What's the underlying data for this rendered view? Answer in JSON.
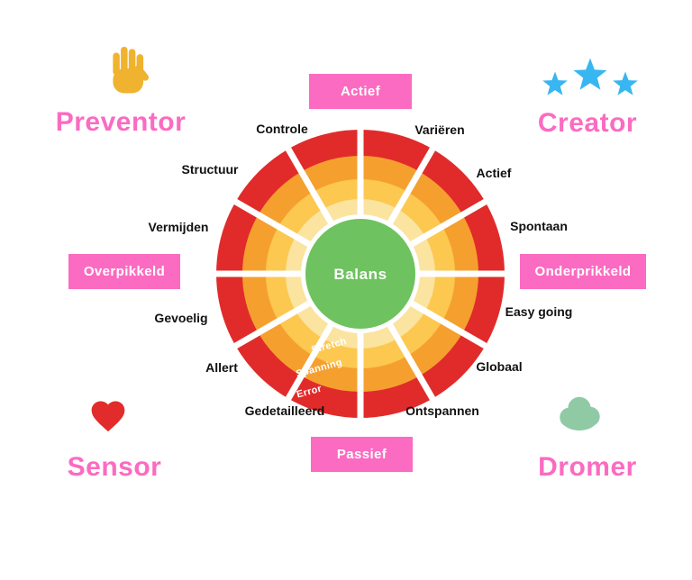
{
  "colors": {
    "pink": "#fb6bc1",
    "red_ring": "#e12b2b",
    "orange_ring": "#f5a02e",
    "yellow_ring": "#fcc850",
    "pale_ring": "#fbe3a0",
    "green_center": "#6ec25f",
    "star_blue": "#38b6f1",
    "hand_yellow": "#f0b32f",
    "heart_red": "#e22b2b",
    "cloud_green": "#8fcaa5"
  },
  "wheel": {
    "center_label": "Balans",
    "ring_labels": {
      "stretch": "Stretch",
      "spanning": "Spanning",
      "error": "Error"
    },
    "segment_labels": [
      "Controle",
      "Variëren",
      "Actief",
      "Spontaan",
      "Easy going",
      "Globaal",
      "Ontspannen",
      "Gedetailleerd",
      "Allert",
      "Gevoelig",
      "Vermijden",
      "Structuur"
    ]
  },
  "axis_boxes": {
    "top": "Actief",
    "right": "Onderprikkeld",
    "bottom": "Passief",
    "left": "Overpikkeld"
  },
  "quadrants": {
    "preventor": {
      "label": "Preventor",
      "icon": "hand-icon"
    },
    "creator": {
      "label": "Creator",
      "icon": "stars-icon"
    },
    "sensor": {
      "label": "Sensor",
      "icon": "heart-icon"
    },
    "dromer": {
      "label": "Dromer",
      "icon": "cloud-icon"
    }
  }
}
